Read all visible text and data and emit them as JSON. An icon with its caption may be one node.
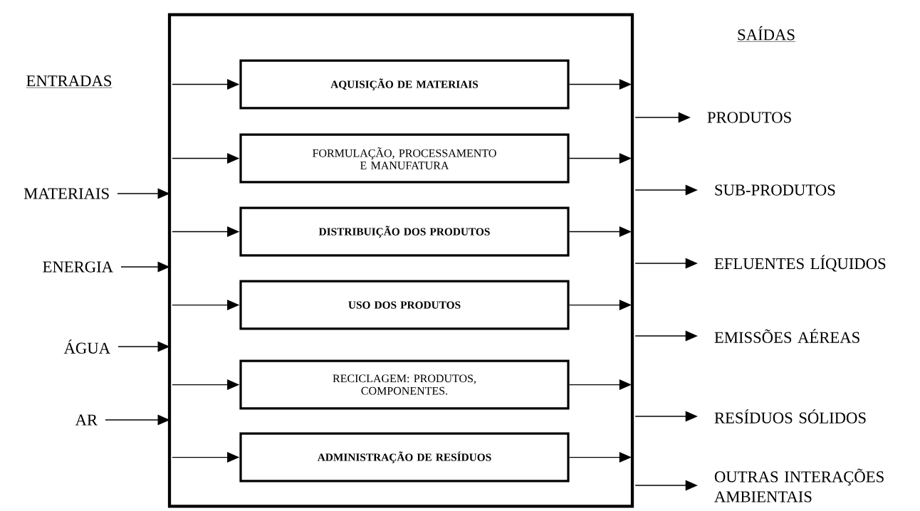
{
  "diagram": {
    "nodes": [
      {
        "text": [],
        "shape": "box"
      },
      {
        "text": [
          "AQUISIÇÃO DE MATERIAIS"
        ],
        "in": 0
      },
      {
        "text": [
          "FORMULAÇÃO, PROCESSAMENTO E MANUFATURA"
        ],
        "in": 0
      },
      {
        "text": [
          "DISTRIBUIÇÃO DOS PRODUTOS"
        ],
        "in": 0
      },
      {
        "text": [
          "USO DOS PRODUTOS"
        ],
        "in": 0
      },
      {
        "text": [
          "RECICLAGEM: PRODUTOS, COMPONENTES."
        ],
        "in": 0
      },
      {
        "text": [
          "ADMINISTRAÇÃO DE RESÍDUOS"
        ],
        "in": 0
      },
      {
        "text": [
          "MATERIAIS"
        ]
      },
      {
        "text": [
          "ENERGIA"
        ]
      },
      {
        "text": [
          "ÁGUA"
        ]
      },
      {
        "text": [
          "AR"
        ]
      },
      {
        "text": [
          "PRODUTOS"
        ]
      },
      {
        "text": [
          "SUB-PRODUTOS"
        ]
      },
      {
        "text": [
          "EFLUENTES LÍQUIDOS"
        ]
      },
      {
        "text": [
          "EMISSÕES AÉREAS"
        ]
      },
      {
        "text": [
          "RESÍDUOS SÓLIDOS"
        ]
      },
      {
        "text": [
          "OUTRAS INTERAÇÕES AMBIENTAIS"
        ]
      }
    ],
    "edges": [
      {
        "from": 7,
        "to": 0,
        "arrow": "to"
      },
      {
        "from": 8,
        "to": 0,
        "arrow": "to"
      },
      {
        "from": 9,
        "to": 0,
        "arrow": "to"
      },
      {
        "from": 10,
        "to": 0,
        "arrow": "to"
      },
      {
        "from": 0,
        "to": 1,
        "arrow": "to"
      },
      {
        "from": 0,
        "to": 2,
        "arrow": "to"
      },
      {
        "from": 0,
        "to": 3,
        "arrow": "to"
      },
      {
        "from": 0,
        "to": 4,
        "arrow": "to"
      },
      {
        "from": 0,
        "to": 5,
        "arrow": "to"
      },
      {
        "from": 0,
        "to": 6,
        "arrow": "to"
      },
      {
        "from": 1,
        "to": 0,
        "arrow": "to"
      },
      {
        "from": 2,
        "to": 0,
        "arrow": "to"
      },
      {
        "from": 3,
        "to": 0,
        "arrow": "to"
      },
      {
        "from": 4,
        "to": 0,
        "arrow": "to"
      },
      {
        "from": 5,
        "to": 0,
        "arrow": "to"
      },
      {
        "from": 6,
        "to": 0,
        "arrow": "to"
      },
      {
        "from": 0,
        "to": 11,
        "arrow": "to"
      },
      {
        "from": 0,
        "to": 12,
        "arrow": "to"
      },
      {
        "from": 0,
        "to": 13,
        "arrow": "to"
      },
      {
        "from": 0,
        "to": 14,
        "arrow": "to"
      },
      {
        "from": 0,
        "to": 15,
        "arrow": "to"
      },
      {
        "from": 0,
        "to": 16,
        "arrow": "to"
      }
    ],
    "labels": [
      "ENTRADAS",
      "SAÍDAS"
    ]
  }
}
